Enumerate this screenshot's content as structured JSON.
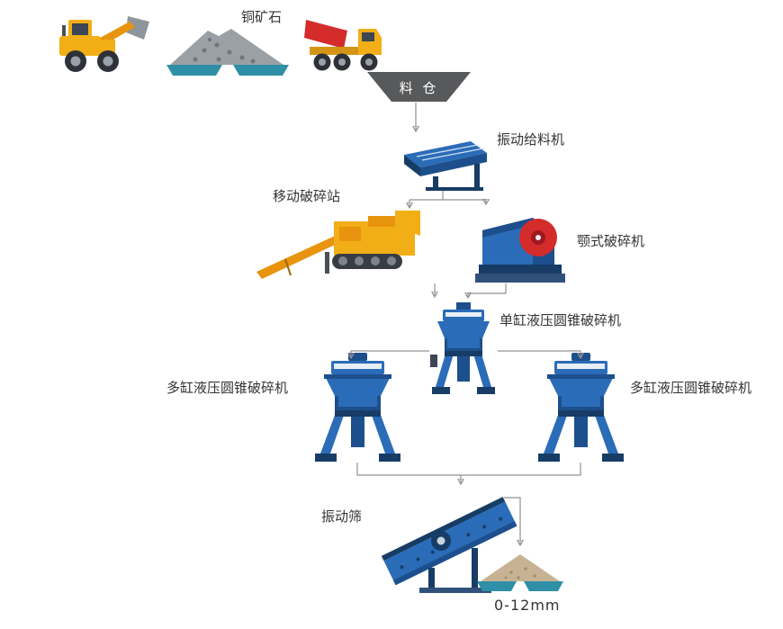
{
  "diagram": {
    "ore_label": "铜矿石",
    "hopper_label": "料 仓",
    "feeder_label": "振动给料机",
    "mobile_station_label": "移动破碎站",
    "jaw_crusher_label": "颚式破碎机",
    "single_cone_label": "单缸液压圆锥破碎机",
    "multi_cone_left_label": "多缸液压圆锥破碎机",
    "multi_cone_right_label": "多缸液压圆锥破碎机",
    "screen_label": "振动筛",
    "output_label": "0-12mm"
  },
  "colors": {
    "machine_blue": "#2b6cb8",
    "machine_blue_dark": "#1d4f8c",
    "machine_navy": "#173c66",
    "equipment_yellow": "#f2ae17",
    "equipment_orange": "#e8940f",
    "flywheel_red": "#d42b2b",
    "support_teal": "#2f8fa6",
    "hopper_gray": "#58595b",
    "ore_gray": "#9aa0a5",
    "sand_tan": "#c7b394",
    "connector_gray": "#909296",
    "label_text": "#333333",
    "background": "#ffffff"
  }
}
